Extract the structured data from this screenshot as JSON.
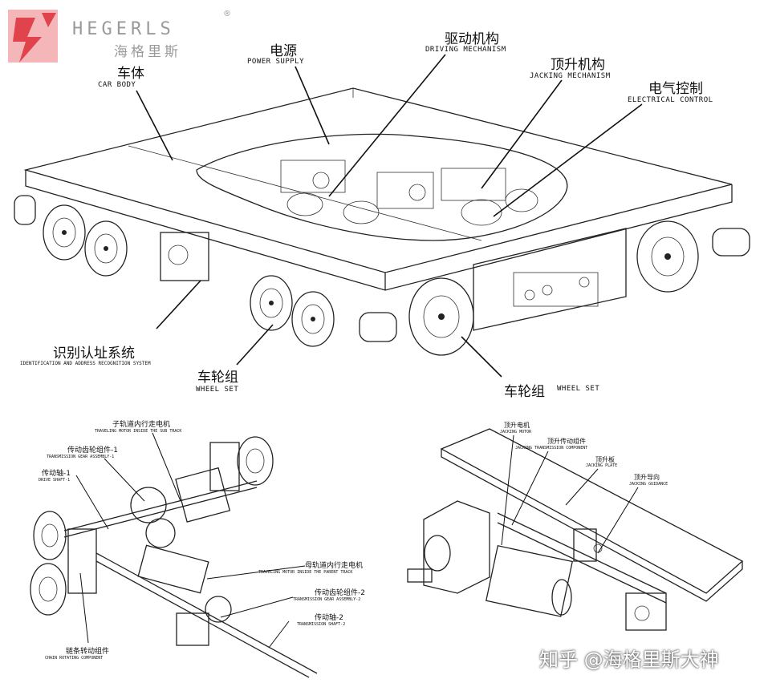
{
  "logo": {
    "brand_en": "HEGERLS",
    "brand_cn": "海格里斯",
    "registered": "®",
    "color": "#d9363e"
  },
  "top_labels": {
    "car_body": {
      "cn": "车体",
      "en": "CAR BODY"
    },
    "power_supply": {
      "cn": "电源",
      "en": "POWER SUPPLY"
    },
    "driving_mechanism": {
      "cn": "驱动机构",
      "en": "DRIVING MECHANISM"
    },
    "jacking_mechanism": {
      "cn": "顶升机构",
      "en": "JACKING MECHANISM"
    },
    "electrical_control": {
      "cn": "电气控制",
      "en": "ELECTRICAL CONTROL"
    },
    "identification": {
      "cn": "识别认址系统",
      "en": "IDENTIFICATION AND ADDRESS RECOGNITION SYSTEM"
    },
    "wheel_set_left": {
      "cn": "车轮组",
      "en": "WHEEL SET"
    },
    "wheel_set_right": {
      "cn": "车轮组",
      "en": "WHEEL SET"
    }
  },
  "bottom_left_labels": {
    "sub_track_motor": {
      "cn": "子轨道内行走电机",
      "en": "TRAVELING MOTOR INSIDE THE SUB TRACK"
    },
    "gear_assembly_1": {
      "cn": "传动齿轮组件-1",
      "en": "TRANSMISSION GEAR ASSEMBLY-1"
    },
    "drive_shaft_1": {
      "cn": "传动轴-1",
      "en": "DRIVE SHAFT-1"
    },
    "parent_track_motor": {
      "cn": "母轨道内行走电机",
      "en": "TRAVELING MOTOR INSIDE THE PARENT TRACK"
    },
    "gear_assembly_2": {
      "cn": "传动齿轮组件-2",
      "en": "TRANSMISSION GEAR ASSEMBLY-2"
    },
    "transmission_shaft_2": {
      "cn": "传动轴-2",
      "en": "TRANSMISSION SHAFT-2"
    },
    "chain_component": {
      "cn": "链条转动组件",
      "en": "CHAIN ROTATING COMPONENT"
    }
  },
  "bottom_right_labels": {
    "jacking_motor": {
      "cn": "顶升电机",
      "en": "JACKING MOTOR"
    },
    "jacking_transmission": {
      "cn": "顶升传动组件",
      "en": "JACKING TRANSMISSION COMPONENT"
    },
    "jacking_plate": {
      "cn": "顶升板",
      "en": "JACKING PLATE"
    },
    "jacking_guidance": {
      "cn": "顶升导向",
      "en": "JACKING GUIDANCE"
    }
  },
  "watermark": "知乎 @海格里斯大神"
}
